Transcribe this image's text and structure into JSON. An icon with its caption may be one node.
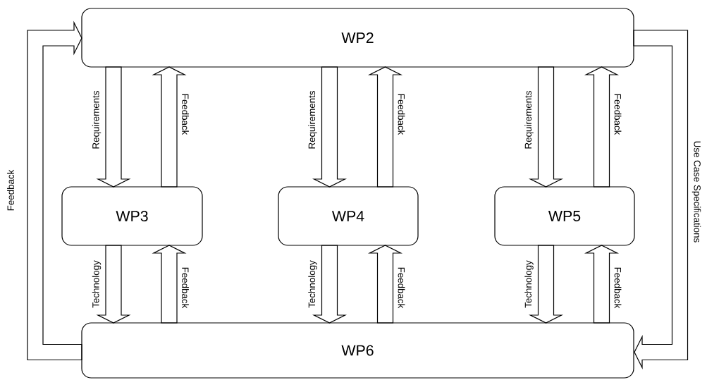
{
  "diagram": {
    "nodes": [
      {
        "text": [
          "WP2"
        ]
      },
      {
        "text": [
          "WP3"
        ]
      },
      {
        "text": [
          "WP4"
        ]
      },
      {
        "text": [
          "WP5"
        ]
      },
      {
        "text": [
          "WP6"
        ]
      }
    ],
    "edges": [
      {
        "from": 0,
        "to": 1,
        "arrow": "to",
        "label": "Requirements"
      },
      {
        "from": 1,
        "to": 0,
        "arrow": "to",
        "label": "Feedback"
      },
      {
        "from": 0,
        "to": 2,
        "arrow": "to",
        "label": "Requirements"
      },
      {
        "from": 2,
        "to": 0,
        "arrow": "to",
        "label": "Feedback"
      },
      {
        "from": 0,
        "to": 3,
        "arrow": "to",
        "label": "Requirements"
      },
      {
        "from": 3,
        "to": 0,
        "arrow": "to",
        "label": "Feedback"
      },
      {
        "from": 1,
        "to": 4,
        "arrow": "to",
        "label": "Technology"
      },
      {
        "from": 4,
        "to": 1,
        "arrow": "to",
        "label": "Feedback"
      },
      {
        "from": 2,
        "to": 4,
        "arrow": "to",
        "label": "Technology"
      },
      {
        "from": 4,
        "to": 2,
        "arrow": "to",
        "label": "Feedback"
      },
      {
        "from": 3,
        "to": 4,
        "arrow": "to",
        "label": "Technology"
      },
      {
        "from": 4,
        "to": 3,
        "arrow": "to",
        "label": "Feedback"
      },
      {
        "from": 4,
        "to": 0,
        "arrow": "to",
        "label": "Feedback"
      },
      {
        "from": 0,
        "to": 4,
        "arrow": "to",
        "label": "Use Case Specifications"
      }
    ]
  }
}
